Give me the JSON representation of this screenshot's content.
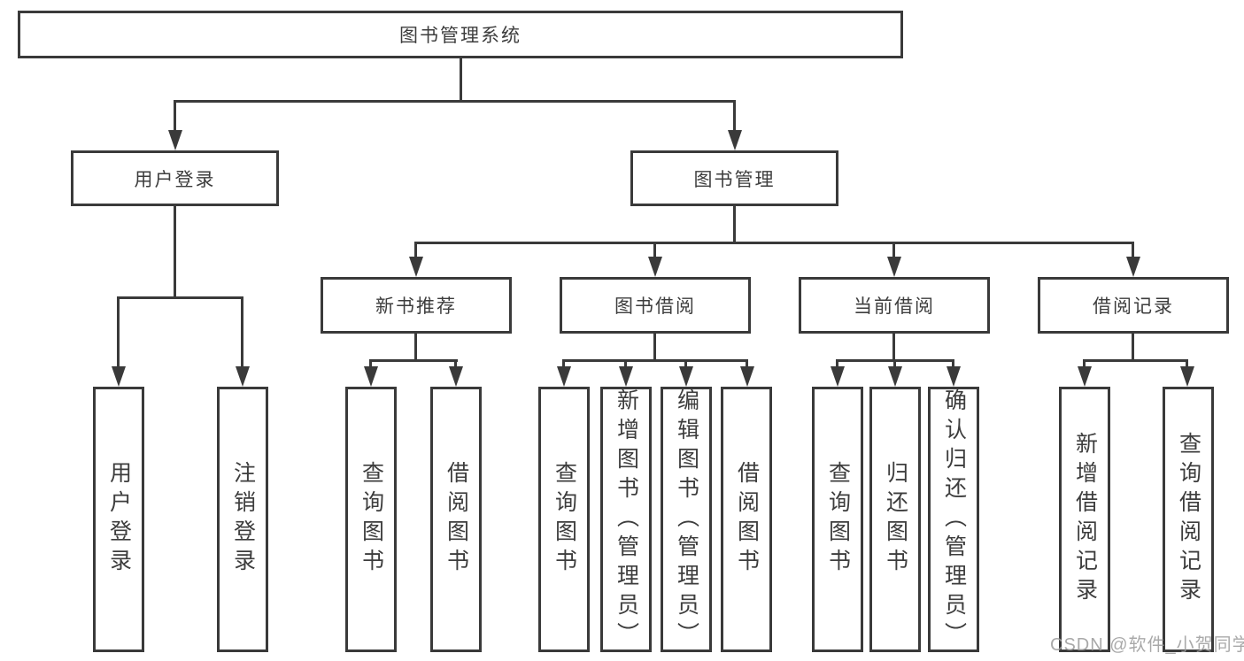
{
  "diagram": {
    "title": "图书管理系统",
    "nodes": {
      "root": "图书管理系统",
      "l2": [
        "用户登录",
        "图书管理"
      ],
      "l3": [
        "新书推荐",
        "图书借阅",
        "当前借阅",
        "借阅记录"
      ],
      "l4": [
        "用户登录",
        "注销登录",
        "查询图书",
        "借阅图书",
        "查询图书",
        "新增图书（管理员）",
        "编辑图书（管理员）",
        "借阅图书",
        "查询图书",
        "归还图书",
        "确认归还（管理员）",
        "新增借阅记录",
        "查询借阅记录"
      ]
    },
    "edges": [
      "图书管理系统→用户登录",
      "图书管理系统→图书管理",
      "用户登录→用户登录",
      "用户登录→注销登录",
      "图书管理→新书推荐",
      "图书管理→图书借阅",
      "图书管理→当前借阅",
      "图书管理→借阅记录",
      "新书推荐→查询图书",
      "新书推荐→借阅图书",
      "图书借阅→查询图书",
      "图书借阅→新增图书（管理员）",
      "图书借阅→编辑图书（管理员）",
      "图书借阅→借阅图书",
      "当前借阅→查询图书",
      "当前借阅→归还图书",
      "当前借阅→确认归还（管理员）",
      "借阅记录→新增借阅记录",
      "借阅记录→查询借阅记录"
    ],
    "colors": {
      "line": "#3a3a3a",
      "text": "#3d3d3d",
      "background": "#ffffff",
      "watermark_color": "#9e9e9e"
    },
    "watermark": "CSDN @软件_小贺同学"
  }
}
